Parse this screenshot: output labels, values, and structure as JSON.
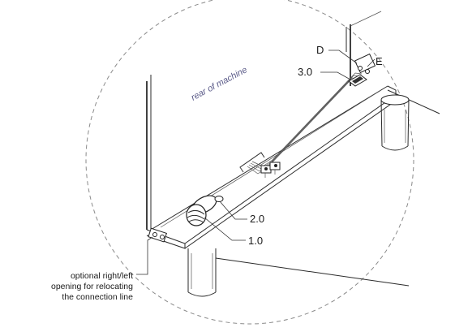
{
  "labels": {
    "rear": "rear of machine",
    "d": "D",
    "e": "E",
    "p30": "3.0",
    "p20": "2.0",
    "p10": "1.0"
  },
  "note": {
    "line1": "optional right/left",
    "line2": "opening for relocating",
    "line3": "the connection line"
  }
}
